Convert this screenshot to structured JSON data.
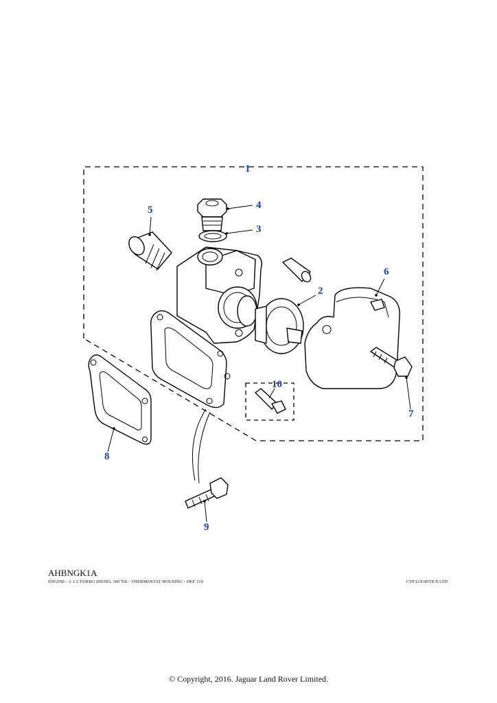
{
  "drawing": {
    "code": "AHBNGK1A",
    "caption": "ENGINE - 2 1/2 TURBO DIESEL 300 Tdi - THERMOSTAT HOUSING - DEF 110",
    "vendor": "CTP LOGISTICS LTD",
    "copyright": "© Copyright, 2016. Jaguar Land Rover Limited."
  },
  "callouts": [
    {
      "id": "1",
      "label": "1"
    },
    {
      "id": "2",
      "label": "2"
    },
    {
      "id": "3",
      "label": "3"
    },
    {
      "id": "4",
      "label": "4"
    },
    {
      "id": "5",
      "label": "5"
    },
    {
      "id": "6",
      "label": "6"
    },
    {
      "id": "7",
      "label": "7"
    },
    {
      "id": "8",
      "label": "8"
    },
    {
      "id": "9",
      "label": "9"
    },
    {
      "id": "10",
      "label": "10"
    }
  ],
  "colors": {
    "callout": "#1a3fc4",
    "line": "#000000",
    "background": "#ffffff"
  }
}
